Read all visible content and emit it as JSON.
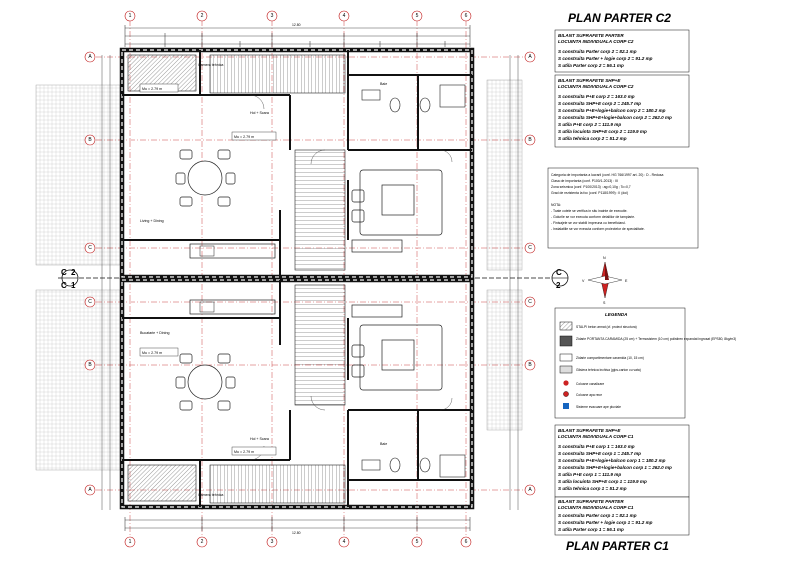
{
  "titles": {
    "top": "PLAN PARTER C2",
    "bottom": "PLAN PARTER C1"
  },
  "overall_dimension": "12.80",
  "axes": {
    "columns": [
      "1",
      "2",
      "3",
      "4",
      "5",
      "6"
    ],
    "rows_top": [
      "A",
      "B",
      "C"
    ],
    "rows_bottom": [
      "A",
      "B",
      "C"
    ]
  },
  "section_markers": {
    "left_letter": "C",
    "left_num": "2",
    "right_letter": "C",
    "right_num": "2",
    "left_b": "C",
    "left_b_num": "1"
  },
  "compass": {
    "n": "N",
    "s": "S",
    "e": "E",
    "w": "V"
  },
  "rooms_top": {
    "living": "Living + Dining",
    "mu": "Mu = 2.79 m",
    "hall": "Hol + Scara",
    "wc": "Baie",
    "tech": "Camera tehnica"
  },
  "rooms_bottom": {
    "living": "Bucatarie + Dining",
    "mu": "Mu = 2.79 m",
    "hall": "Hol + Scara",
    "wc": "Baie",
    "tech": "Camera tehnica"
  },
  "box_c2_a": {
    "heading1": "BILANT SUPRAFETE PARTER",
    "heading2": "LOCUINTA INDIVIDUALA CORP C2",
    "lines": [
      "S construita Parter corp 2 = 82.1 mp",
      "S construita Parter + logie corp 2 = 91.2 mp",
      "S utila Parter corp 2 = 56.1 mp"
    ]
  },
  "box_c2_b": {
    "heading1": "BILANT SUPRAFETE SHP+E",
    "heading2": "LOCUINTA INDIVIDUALA CORP C2",
    "lines": [
      "S construita P+E corp 2 = 163.0 mp",
      "S construita SHP+E corp 2 = 245.7 mp",
      "S construita P+E+logie+balcon corp 2 = 180.2 mp",
      "S construita SHP+E+logie+balcon corp 2 = 262.0 mp",
      "S utila P+E corp 2 = 111.9 mp",
      "S utila locuinta SHP+E corp 2 = 119.9 mp",
      "S utila tehnica corp 2 = 51.2 mp"
    ]
  },
  "notes": {
    "lines": [
      "Categoria de importanta a lucrarii (conf. HG 766/1997 art. 20) : D - Redusa",
      "Clasa de importanta (conf. P100/1-2013) : III",
      "Zona seismica (conf. P100/2013) : ag=0,10g ; Tc=0,7",
      "Grad de rezistenta la foc (conf. P118/1999) : II (doi)",
      "",
      "NOTA:",
      "- Toate cotele se verifica in situ inainte de executie.",
      "- Golurile se vor executa conform detaliilor de tamplarie.",
      "- Finisajele se vor stabili impreuna cu beneficiarul.",
      "- Instalatiile se vor executa conform proiectelor de specialitate."
    ]
  },
  "legend": {
    "title": "LEGENDA",
    "items": [
      "STALPI beton armat (cf. proiect structura)",
      "Zidarie PORTANTA CARAMIDA (25 cm) + Termosistem (10 cm) polistiren expandat ingrosat (EPS80, 8kg/m3)",
      "Zidarie compartimentare caramida (10, 15 cm)",
      "Glisiera tehnica inchisa (gips-carton cu vata)",
      "Coloane canalizare",
      "Coloane apa rece",
      "Sisteme evacuare ape pluviale"
    ]
  },
  "box_c1_a": {
    "heading1": "BILANT SUPRAFETE SHP+E",
    "heading2": "LOCUINTA INDIVIDUALA CORP C1",
    "lines": [
      "S construita P+E corp 1 = 163.0 mp",
      "S construita SHP+E corp 1 = 245.7 mp",
      "S construita P+E+logie+balcon corp 1 = 180.2 mp",
      "S construita SHP+E+logie+balcon corp 1 = 262.0 mp",
      "S utila P+E corp 1 = 111.9 mp",
      "S utila locuinta SHP+E corp 1 = 119.9 mp",
      "S utila tehnica corp 1 = 51.2 mp"
    ]
  },
  "box_c1_b": {
    "heading1": "BILANT SUPRAFETE PARTER",
    "heading2": "LOCUINTA INDIVIDUALA CORP C1",
    "lines": [
      "S construita Parter corp 1 = 82.1 mp",
      "S construita Parter + logie corp 1 = 91.2 mp",
      "S utila Parter corp 1 = 56.1 mp"
    ]
  },
  "colors": {
    "line": "#111111",
    "grid": "#c01818",
    "hatch": "#555555",
    "accent": "#cc2222"
  }
}
